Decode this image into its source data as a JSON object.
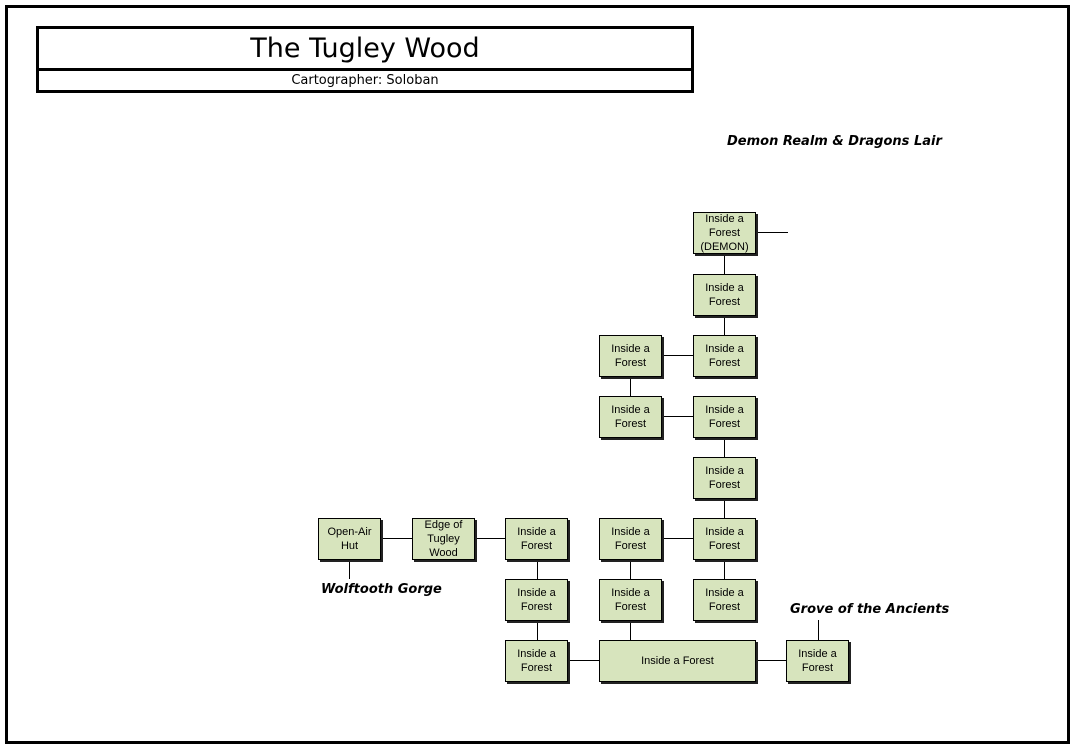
{
  "map": {
    "title": "The Tugley Wood",
    "cartographer": "Cartographer: Soloban"
  },
  "regions": {
    "demon_realm": "Demon Realm & Dragons Lair",
    "wolftooth_gorge": "Wolftooth Gorge",
    "grove_of_ancients": "Grove of the Ancients"
  },
  "colors": {
    "room_fill": "#d7e4bd",
    "border": "#000000"
  },
  "rooms": {
    "demon": "Inside a\nForest\n(DEMON)",
    "c7_r2": "Inside a\nForest",
    "c7_r3": "Inside a\nForest",
    "c6_r3": "Inside a\nForest",
    "c6_r4": "Inside a\nForest",
    "c7_r4": "Inside a\nForest",
    "c7_r5": "Inside a\nForest",
    "hut": "Open-Air\nHut",
    "edge": "Edge of\nTugley\nWood",
    "c5_r6": "Inside a\nForest",
    "c6_r6": "Inside a\nForest",
    "c7_r6": "Inside a\nForest",
    "c5_r7": "Inside a\nForest",
    "c6_r7": "Inside a\nForest",
    "c7_r7": "Inside a\nForest",
    "c5_r8": "Inside a\nForest",
    "wide": "Inside a Forest",
    "grove": "Inside a\nForest"
  }
}
